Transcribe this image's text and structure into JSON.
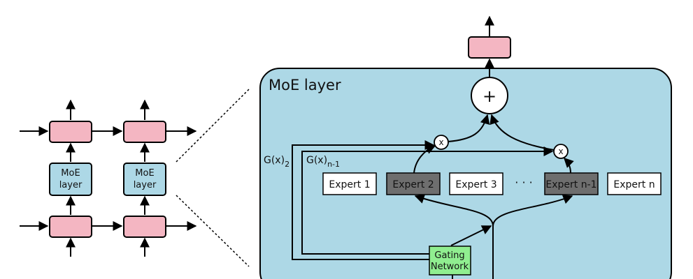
{
  "colors": {
    "pink": "#f4b6c2",
    "blue": "#add8e6",
    "moe_panel": "#add8e6",
    "expert_active": "#6e6e6e",
    "expert_idle": "#ffffff",
    "gating": "#90ee90",
    "line": "#000000"
  },
  "left": {
    "moe_label_line1": "MoE",
    "moe_label_line2": "layer"
  },
  "panel": {
    "title": "MoE layer",
    "sum_symbol": "+",
    "mult_symbol": "x",
    "gate2_label": "G(x)",
    "gate2_sub": "2",
    "gaten_label": "G(x)",
    "gaten_sub": "n-1",
    "ellipsis": "· · ·",
    "gating_line1": "Gating",
    "gating_line2": "Network"
  },
  "experts": [
    {
      "label": "Expert 1",
      "active": false
    },
    {
      "label": "Expert 2",
      "active": true
    },
    {
      "label": "Expert 3",
      "active": false
    },
    {
      "label": "Expert n-1",
      "active": true
    },
    {
      "label": "Expert n",
      "active": false
    }
  ]
}
